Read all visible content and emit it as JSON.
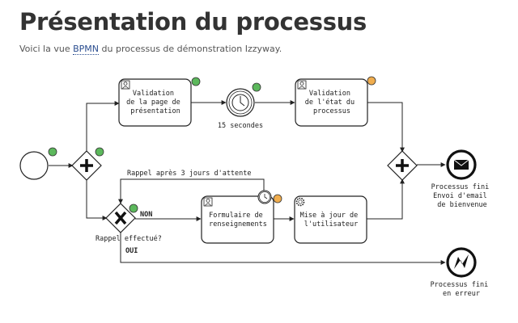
{
  "page": {
    "title": "Présentation du processus",
    "intro_prefix": "Voici la vue ",
    "intro_abbr": "BPMN",
    "intro_suffix": " du processus de démonstration Izzyway."
  },
  "diagram": {
    "tasks": {
      "validation_presentation": [
        "Validation",
        "de la page de",
        "présentation"
      ],
      "validation_etat": [
        "Validation",
        "de l'état du",
        "processus"
      ],
      "formulaire": [
        "Formulaire de",
        "renseignements"
      ],
      "mise_a_jour": [
        "Mise à jour de",
        "l'utilisateur"
      ]
    },
    "labels": {
      "timer": "15 secondes",
      "reminder": "Rappel après 3 jours d'attente",
      "non": "NON",
      "oui": "OUI",
      "gateway_question": "Rappel effectué?",
      "end_success": [
        "Processus fini",
        "Envoi d'email",
        "de bienvenue"
      ],
      "end_error": [
        "Processus fini",
        "en erreur"
      ]
    },
    "status_colors": {
      "done": "#5cb85c",
      "pending": "#f0ad4e"
    }
  }
}
